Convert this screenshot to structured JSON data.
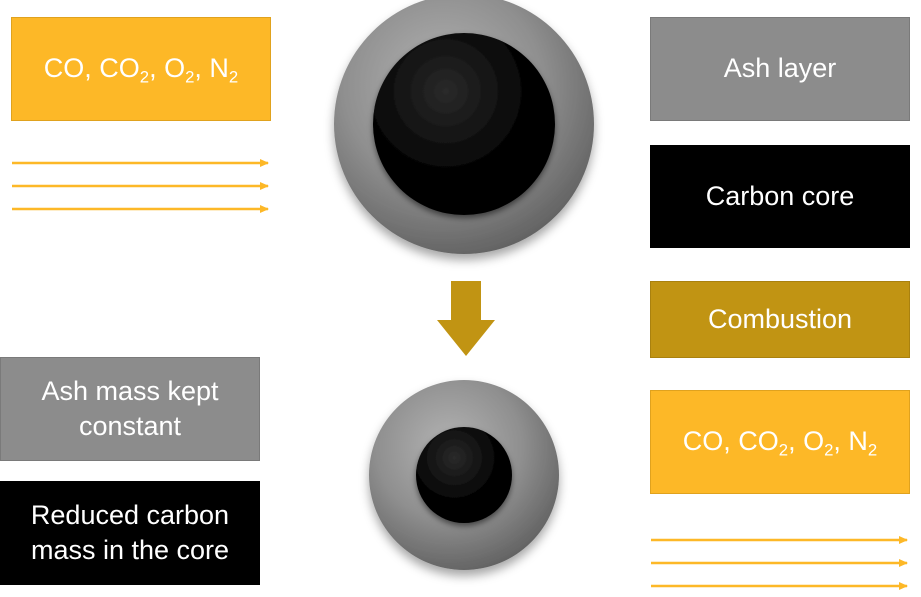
{
  "legend": {
    "ash_layer": "Ash layer",
    "carbon_core": "Carbon core",
    "combustion": "Combustion"
  },
  "gas": {
    "co": "CO, CO",
    "co2_sub": "2",
    "o2_prefix": ", O",
    "o2_sub": "2",
    "n2_prefix": ", N",
    "n2_sub": "2"
  },
  "notes": {
    "ash_mass": "Ash mass kept constant",
    "reduced_carbon": "Reduced carbon mass in the core"
  },
  "colors": {
    "gas": "#FDB827",
    "ash": "#8C8C8C",
    "core": "#000000",
    "combustion": "#C19413"
  }
}
